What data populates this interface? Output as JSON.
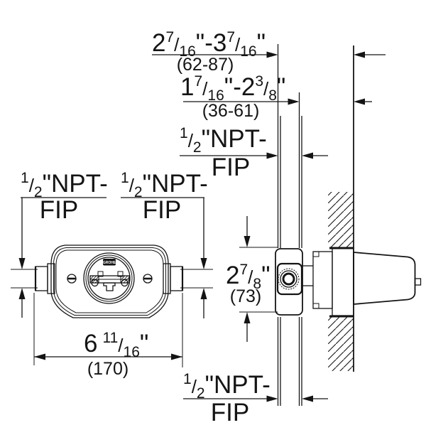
{
  "drawing": {
    "type": "plumbing-rough-in-valve-installation-diagram",
    "colors": {
      "line": "#141414",
      "background": "#ffffff"
    },
    "logo": "GROHE",
    "labels": {
      "npt": {
        "num": "1",
        "slash": "/",
        "den": "2",
        "suffix": "\"NPT-",
        "line2": "FIP"
      }
    },
    "dims": {
      "depth_a": {
        "p1": "2",
        "n1": "7",
        "s1": "/",
        "d1": "16",
        "q1": "\"",
        "dash": "-",
        "p2": "3",
        "n2": "7",
        "s2": "/",
        "d2": "16",
        "q2": "\"",
        "mm": "(62-87)"
      },
      "depth_b": {
        "p1": "1",
        "n1": "7",
        "s1": "/",
        "d1": "16",
        "q1": "\"",
        "dash": "-",
        "p2": "2",
        "n2": "3",
        "s2": "/",
        "d2": "8",
        "q2": "\"",
        "mm": "(36-61)"
      },
      "width": {
        "p": "6",
        "n": "11",
        "s": "/",
        "d": "16",
        "q": "\"",
        "mm": "(170)"
      },
      "height": {
        "p": "2",
        "n": "7",
        "s": "/",
        "d": "8",
        "q": "\"",
        "mm": "(73)"
      }
    }
  }
}
